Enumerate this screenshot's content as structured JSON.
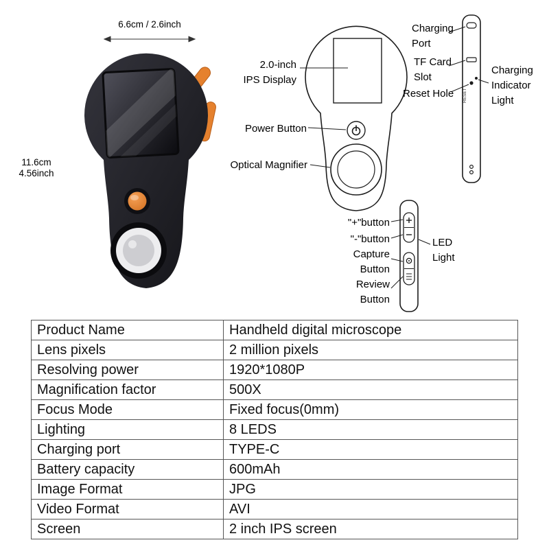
{
  "photo": {
    "width_dim": "6.6cm / 2.6inch",
    "height_dim_cm": "11.6cm",
    "height_dim_inch": "4.56inch"
  },
  "front_view": {
    "display_label": [
      "2.0-inch",
      "IPS Display"
    ],
    "power_label": "Power Button",
    "magnifier_label": "Optical Magnifier"
  },
  "right_view": {
    "charging_port_label": [
      "Charging",
      "Port"
    ],
    "tf_card_label": [
      "TF Card",
      "Slot"
    ],
    "reset_label": "Reset Hole",
    "indicator_label": [
      "Charging",
      "Indicator",
      "Light"
    ],
    "reset_marking": "RESET"
  },
  "left_view": {
    "plus_label": "\"+\"button",
    "minus_label": "\"-\"button",
    "capture_label": [
      "Capture",
      "Button"
    ],
    "review_label": [
      "Review",
      "Button"
    ],
    "led_label": [
      "LED",
      "Light"
    ]
  },
  "spec_table": {
    "rows": [
      {
        "name": "Product Name",
        "value": "Handheld digital microscope"
      },
      {
        "name": "Lens pixels",
        "value": "2 million pixels"
      },
      {
        "name": "Resolving power",
        "value": "1920*1080P"
      },
      {
        "name": "Magnification factor",
        "value": "500X"
      },
      {
        "name": "Focus Mode",
        "value": "Fixed focus(0mm)"
      },
      {
        "name": "Lighting",
        "value": "8 LEDS"
      },
      {
        "name": "Charging port",
        "value": "TYPE-C"
      },
      {
        "name": "Battery capacity",
        "value": "600mAh"
      },
      {
        "name": "Image Format",
        "value": "JPG"
      },
      {
        "name": "Video Format",
        "value": "AVI"
      },
      {
        "name": "Screen",
        "value": "2 inch IPS screen"
      }
    ]
  },
  "colors": {
    "accent_orange": "#e5812e",
    "device_body_dark": "#222228",
    "line_art": "#1c1c1c",
    "table_border": "#555555"
  }
}
